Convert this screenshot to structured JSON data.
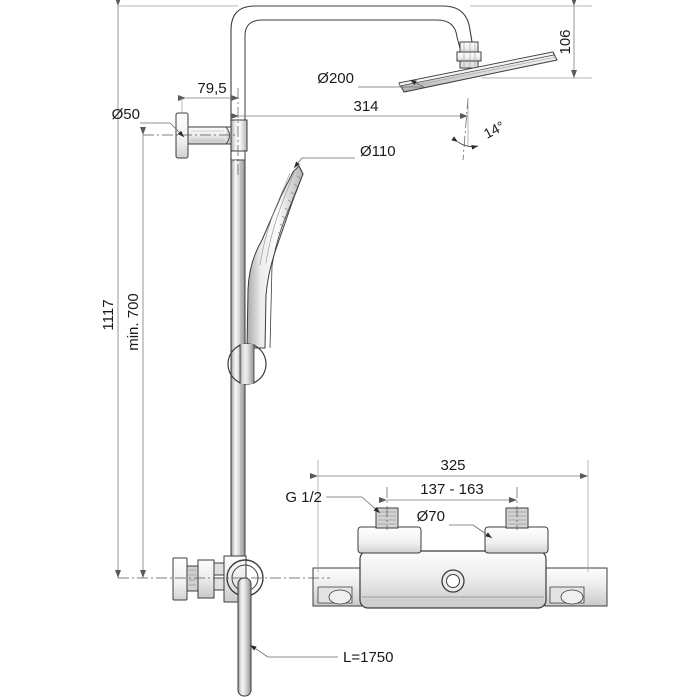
{
  "drawing": {
    "title": "Shower column technical dimension drawing",
    "background_color": "#ffffff",
    "line_color": "#3c3c3c",
    "dim_line_color": "#6e6e6e",
    "text_color": "#1a1a1a",
    "metal_light": "#e8e8e8",
    "metal_mid": "#c9c9c9",
    "metal_dark": "#9a9a9a"
  },
  "dimensions": {
    "overall_height": "1117",
    "min_height": "min. 700",
    "wall_plate_dia": "Ø50",
    "offset_to_riser": "79,5",
    "hand_shower_dia": "Ø110",
    "head_shower_dia": "Ø200",
    "head_projection": "314",
    "head_height_drop": "106",
    "head_tilt_angle": "14°",
    "hose_length": "L=1750",
    "valve_width": "325",
    "inlet_centres": "137 - 163",
    "inlet_thread": "G 1/2",
    "escutcheon_dia": "Ø70"
  }
}
